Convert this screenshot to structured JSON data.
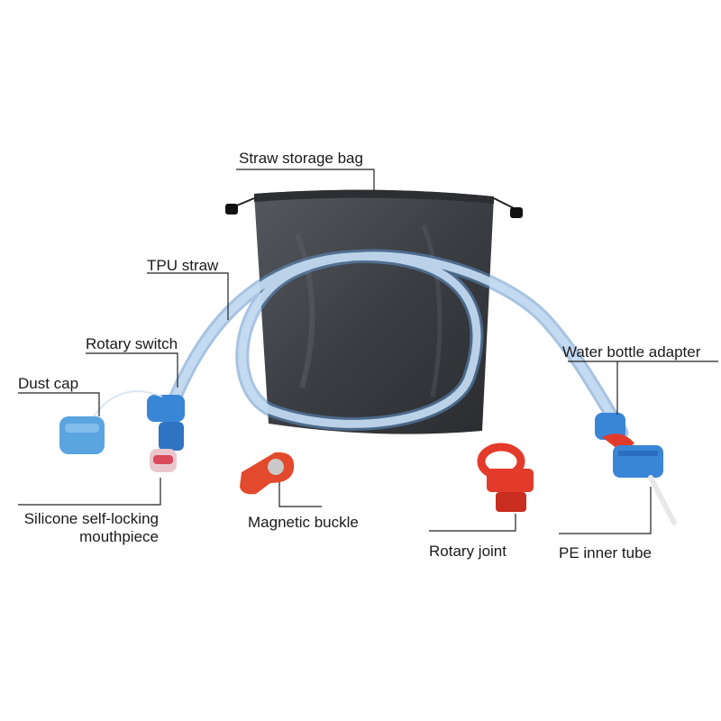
{
  "labels": {
    "straw_storage_bag": "Straw storage bag",
    "tpu_straw": "TPU straw",
    "rotary_switch": "Rotary switch",
    "dust_cap": "Dust cap",
    "water_bottle_adapter": "Water bottle adapter",
    "silicone_mouthpiece_line1": "Silicone self-locking",
    "silicone_mouthpiece_line2": "mouthpiece",
    "magnetic_buckle": "Magnetic buckle",
    "rotary_joint": "Rotary joint",
    "pe_inner_tube": "PE inner tube"
  },
  "colors": {
    "bag": "#3b3e43",
    "bag_highlight": "#5a5e64",
    "tube": "#9fc4e8",
    "tube_edge": "#5f92c9",
    "blue_part": "#3a86d6",
    "dust_cap": "#5aa4e0",
    "red_part": "#e33b2b",
    "buckle": "#e2492d",
    "leader_line": "#222222"
  }
}
